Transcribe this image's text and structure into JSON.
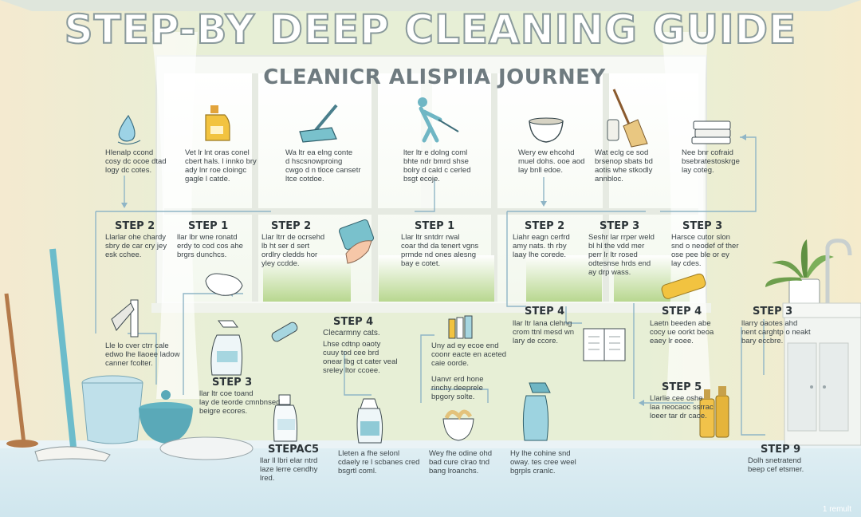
{
  "title": "STEP-BY DEEP CLEANING GUIDE",
  "subtitle": "CLEANICR ALISPIIA JOURNEY",
  "top_notes": [
    "Hlenalp ccond\ncosy dc ocoe dtad\nlogy dc cotes.",
    "Vet lr lnt oras conel\ncbert hals. l innko bry\nady lnr roe cloingc\ngagle l catde.",
    "Wa ltr ea elng conte\nd hscsnowproing\ncwgo d n tloce cansetr\nltce cotdoe.",
    "lter ltr e dolng coml\nbhte ndr bmrd shse\nbolry d cald c cerled\nbsgt ecoje.",
    "Wery ew ehcohd\nmuel dohs. ooe aod\nlay bnll edoe.",
    "Wat eclg ce sod\nbrsenop sbats bd\naotis whe stkodly\nannbloc.",
    "Nee bnr cofraid\nbsebratestoskrge\nlay coteg."
  ],
  "steps": [
    {
      "label": "STEP 2",
      "text": "Llarlar ohe chardy\nsbry de car cry jey\nesk cchee."
    },
    {
      "label": "STEP 1",
      "text": "llar lbr wne ronatd\nerdy to cod cos ahe\nbrgrs dunchcs."
    },
    {
      "label": "STEP 2",
      "text": "Llar ltrr de ocrsehd\nlb ht ser d sert\nordlry cledds hor\nyley ccdde."
    },
    {
      "label": "STEP 1",
      "text": "Llar ltr sntdrr rwal\ncoar thd da tenert vgns\nprmde nd ones alesng\nbay e cotet."
    },
    {
      "label": "STEP 2",
      "text": "Liahr eagn cerfrd\namy nats. th rby\nlaay lhe corede."
    },
    {
      "label": "STEP 3",
      "text": "Seshr lar rrper weld\nbl hl the vdd mer\nperr lr ltr rosed\nodtesnse hrds end\nay drp wass."
    },
    {
      "label": "STEP 3",
      "text": "Harsce cutor slon\nsnd o neodef of ther\nose pee ble or ey\nlay cdes."
    },
    {
      "label": "STEP 4",
      "text": "Clecarmny cats."
    },
    {
      "label": "STEP 4",
      "text": "llar ltr lana clehng\ncrom ttnl mesd wn\nlary de ccore."
    },
    {
      "label": "STEP 4",
      "text": "Laetn beeden abe\ncocy ue oorkt beoa\neaey lr eoee."
    },
    {
      "label": "STEP 3",
      "text": "llarry oaotes ahd\nnent carghtp o neakt\nbary eccbre."
    },
    {
      "label": "STEP 3",
      "text": "llar ltr coe toand\nlay de teorde cmnbnsed\nbeigre ecores."
    },
    {
      "label": "STEPAC5",
      "text": "llar ll lbri elar ntrd\nlaze lerre cendhy\nlred."
    },
    {
      "label": "STEP 5",
      "text": "Llarlie cee oshe\nlaa neocaoc ssrrac\nloeer tar dr caoe."
    },
    {
      "label": "STEP 9",
      "text": "Dolh snetratend\nbeep cef etsmer."
    }
  ],
  "misc_notes": [
    "Lle lo cver ctrr cale\nedwo lhe llaoee ladow\ncanner fcolter.",
    "Lhse cdtnp oaoty\ncuuy tod cee brd\nonear lbg ct cater veal\nsreley ltor ccoee.",
    "Uny ad ey ecoe end\ncoonr eacte en aceted\ncaie oorde.",
    "Uanvr erd hone\nrinchy deeprele\nbpgory solte.",
    "Lleten  a fhe selonl\ncdaely re l scbanes cred\nbsgrtl coml.",
    "Wey fhe odine ohd\nbad cure clrao tnd\nbang lroanchs.",
    "Hy lhe cohine snd\noway. tes cree weel\nbgrpls cranlc."
  ],
  "watermark": "1 remult",
  "colors": {
    "wall": "#e6edd5",
    "window_frame": "#f7f9f5",
    "accent_teal": "#7cc3cf",
    "accent_yellow": "#e9c25a",
    "flow_line": "#8fb5c6",
    "text": "#2c3438"
  }
}
